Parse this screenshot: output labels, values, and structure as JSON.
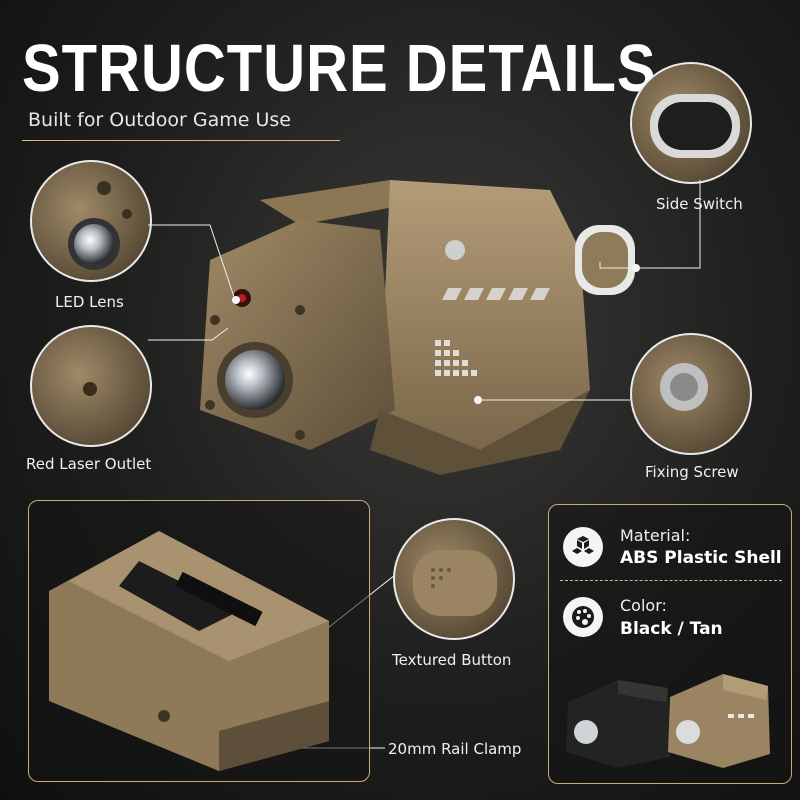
{
  "header": {
    "title": "STRUCTURE DETAILS",
    "subtitle": "Built for Outdoor Game Use"
  },
  "callouts": [
    {
      "label": "Side Switch"
    },
    {
      "label": "LED Lens"
    },
    {
      "label": "Red Laser Outlet"
    },
    {
      "label": "Fixing Screw"
    },
    {
      "label": "Textured Button"
    },
    {
      "label": "20mm Rail Clamp"
    }
  ],
  "specs": {
    "material": {
      "title": "Material:",
      "value": "ABS Plastic Shell",
      "icon": "cubes-icon"
    },
    "color": {
      "title": "Color:",
      "value": "Black / Tan",
      "icon": "palette-icon"
    }
  },
  "colors": {
    "tan": "#9a8463",
    "tan_dark": "#6b5a42",
    "accent_line": "#d8b880",
    "black_unit": "#222222"
  }
}
